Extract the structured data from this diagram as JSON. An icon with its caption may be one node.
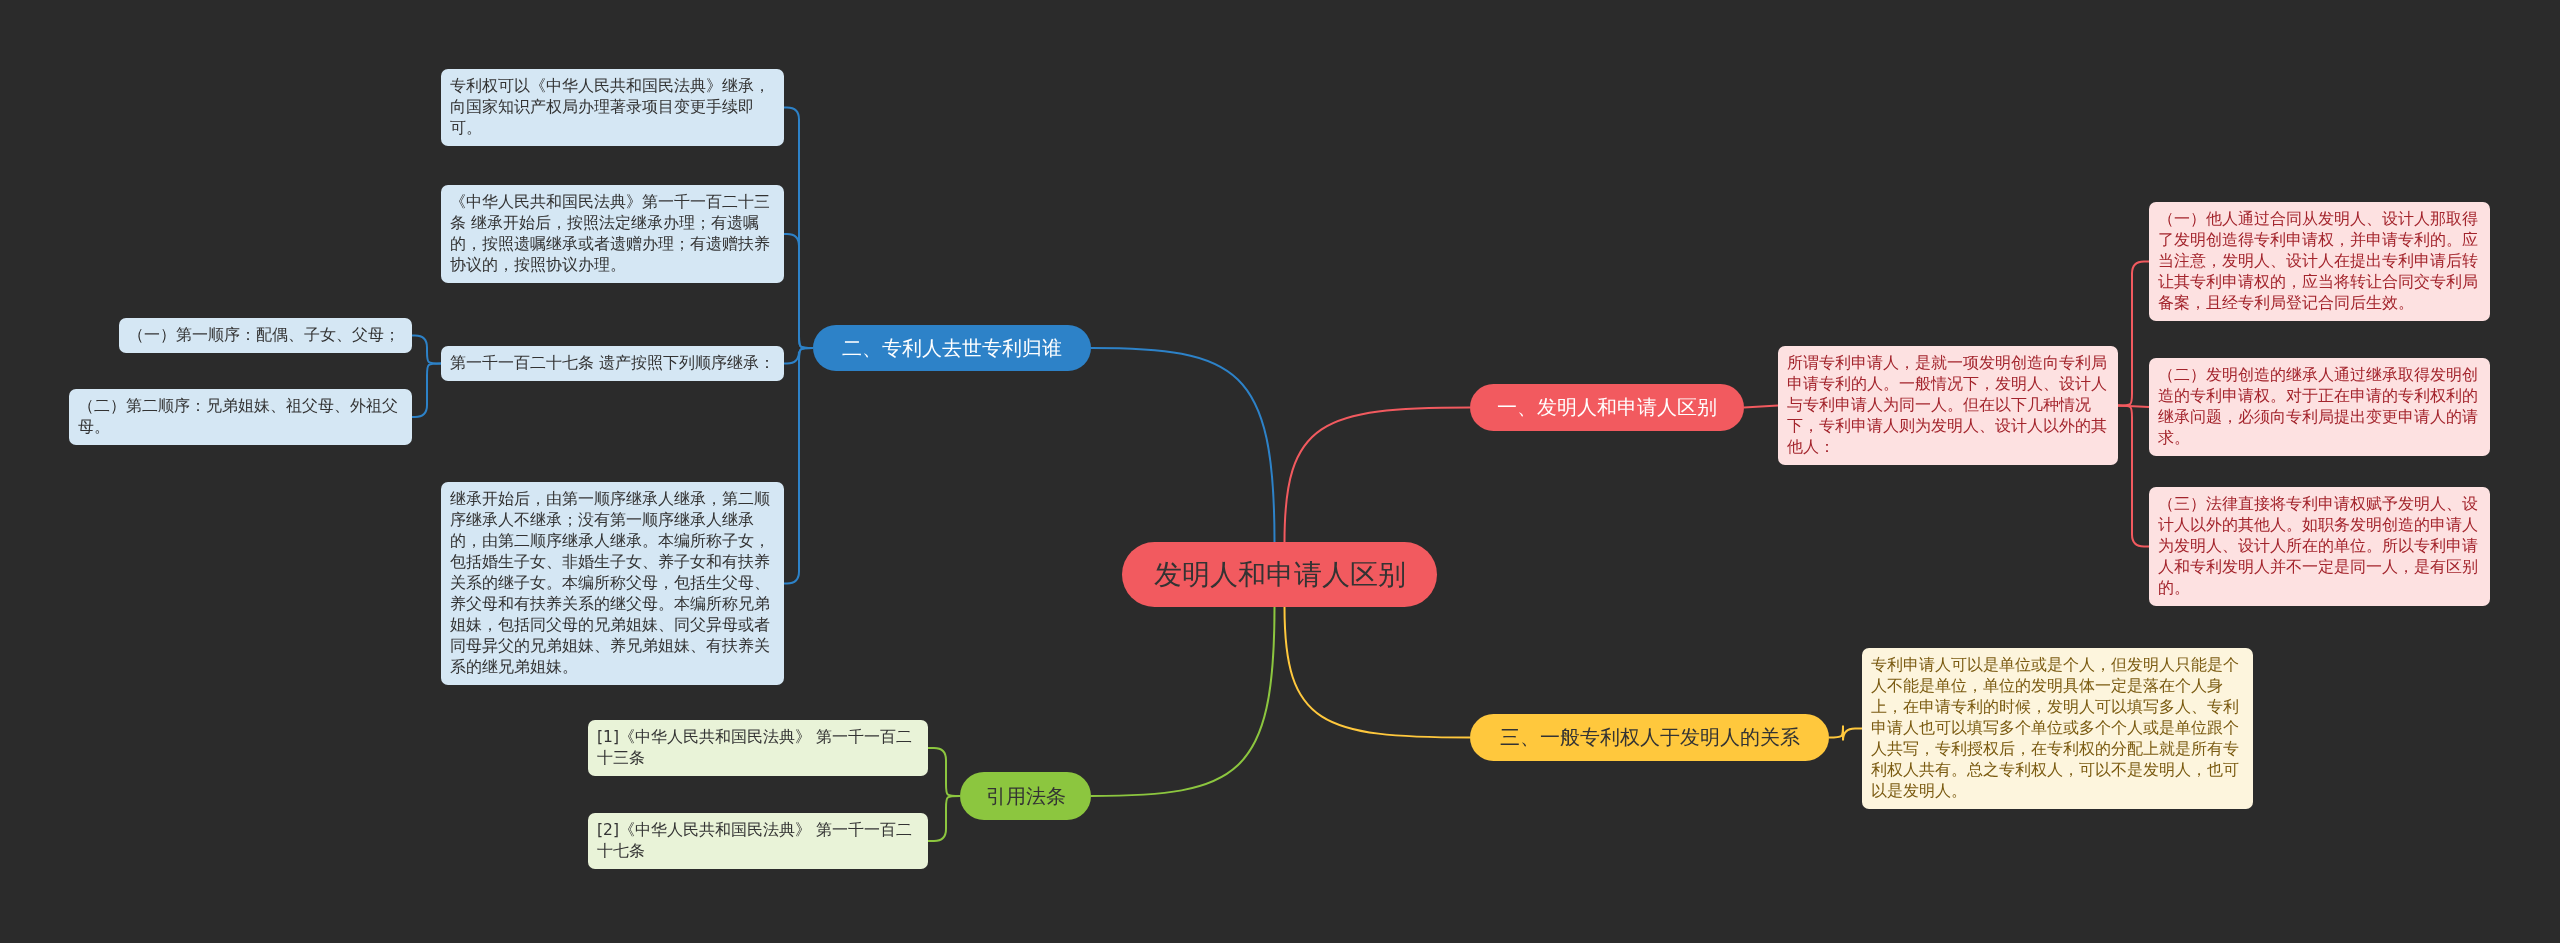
{
  "diagram": {
    "nodes": [
      {
        "text": [
          "发明人和申请人区别"
        ]
      },
      {
        "text": [
          "一、发明人和申请人区别"
        ]
      },
      {
        "text": [
          "所谓专利申请人，是就一项发明创造向专利局申请专利的人。一般情况下，发明人、设计人与专利申请人为同一人。但在以下几种情况下，专利申请人则为发明人、设计人以外的其他人："
        ]
      },
      {
        "text": [
          "（一）他人通过合同从发明人、设计人那取得了发明创造得专利申请权，并申请专利的。应当注意，发明人、设计人在提出专利申请后转让其专利申请权的，应当将转让合同交专利局备案，且经专利局登记合同后生效。"
        ]
      },
      {
        "text": [
          "（二）发明创造的继承人通过继承取得发明创造的专利申请权。对于正在申请的专利权利的继承问题，必须向专利局提出变更申请人的请求。"
        ]
      },
      {
        "text": [
          "（三）法律直接将专利申请权赋予发明人、设计人以外的其他人。如职务发明创造的申请人为发明人、设计人所在的单位。所以专利申请人和专利发明人并不一定是同一人，是有区别的。"
        ]
      },
      {
        "text": [
          "二、专利人去世专利归谁"
        ]
      },
      {
        "text": [
          "专利权可以《中华人民共和国民法典》继承，向国家知识产权局办理著录项目变更手续即可。"
        ]
      },
      {
        "text": [
          "《中华人民共和国民法典》第一千一百二十三条 继承开始后，按照法定继承办理；有遗嘱的，按照遗嘱继承或者遗赠办理；有遗赠扶养协议的，按照协议办理。"
        ]
      },
      {
        "text": [
          "第一千一百二十七条 遗产按照下列顺序继承："
        ]
      },
      {
        "text": [
          "（一）第一顺序：配偶、子女、父母；"
        ]
      },
      {
        "text": [
          "（二）第二顺序：兄弟姐妹、祖父母、外祖父母。"
        ]
      },
      {
        "text": [
          "继承开始后，由第一顺序继承人继承，第二顺序继承人不继承；没有第一顺序继承人继承的，由第二顺序继承人继承。本编所称子女，包括婚生子女、非婚生子女、养子女和有扶养关系的继子女。本编所称父母，包括生父母、养父母和有扶养关系的继父母。本编所称兄弟姐妹，包括同父母的兄弟姐妹、同父异母或者同母异父的兄弟姐妹、养兄弟姐妹、有扶养关系的继兄弟姐妹。"
        ]
      },
      {
        "text": [
          "三、一般专利权人于发明人的关系"
        ]
      },
      {
        "text": [
          "专利申请人可以是单位或是个人，但发明人只能是个人不能是单位，单位的发明具体一定是落在个人身上，在申请专利的时候，发明人可以填写多人、专利申请人也可以填写多个单位或多个个人或是单位跟个人共写，专利授权后，在专利权的分配上就是所有专利权人共有。总之专利权人，可以不是发明人，也可以是发明人。"
        ]
      },
      {
        "text": [
          "引用法条"
        ]
      },
      {
        "text": [
          "[1]《中华人民共和国民法典》 第一千一百二十三条"
        ]
      },
      {
        "text": [
          "[2]《中华人民共和国民法典》 第一千一百二十七条"
        ]
      }
    ],
    "edges": [
      {
        "from": 0,
        "to": 1,
        "arrow": "none",
        "color": "#f25a5f"
      },
      {
        "from": 1,
        "to": 2,
        "arrow": "none",
        "color": "#f25a5f"
      },
      {
        "from": 2,
        "to": 3,
        "arrow": "none",
        "color": "#f25a5f"
      },
      {
        "from": 2,
        "to": 4,
        "arrow": "none",
        "color": "#f25a5f"
      },
      {
        "from": 2,
        "to": 5,
        "arrow": "none",
        "color": "#f25a5f"
      },
      {
        "from": 0,
        "to": 6,
        "arrow": "none"
      },
      {
        "from": 6,
        "to": 7,
        "arrow": "none"
      },
      {
        "from": 6,
        "to": 8,
        "arrow": "none"
      },
      {
        "from": 6,
        "to": 9,
        "arrow": "none"
      },
      {
        "from": 9,
        "to": 10,
        "arrow": "none"
      },
      {
        "from": 9,
        "to": 11,
        "arrow": "none"
      },
      {
        "from": 6,
        "to": 12,
        "arrow": "none"
      },
      {
        "from": 0,
        "to": 13,
        "arrow": "none",
        "color": "#ffc83d"
      },
      {
        "from": 13,
        "to": 14,
        "arrow": "none",
        "color": "#ffc83d"
      },
      {
        "from": 0,
        "to": 15,
        "arrow": "none",
        "color": "#8cc63f"
      },
      {
        "from": 15,
        "to": 16,
        "arrow": "none",
        "color": "#8cc63f"
      },
      {
        "from": 15,
        "to": 17,
        "arrow": "none",
        "color": "#8cc63f"
      }
    ]
  }
}
